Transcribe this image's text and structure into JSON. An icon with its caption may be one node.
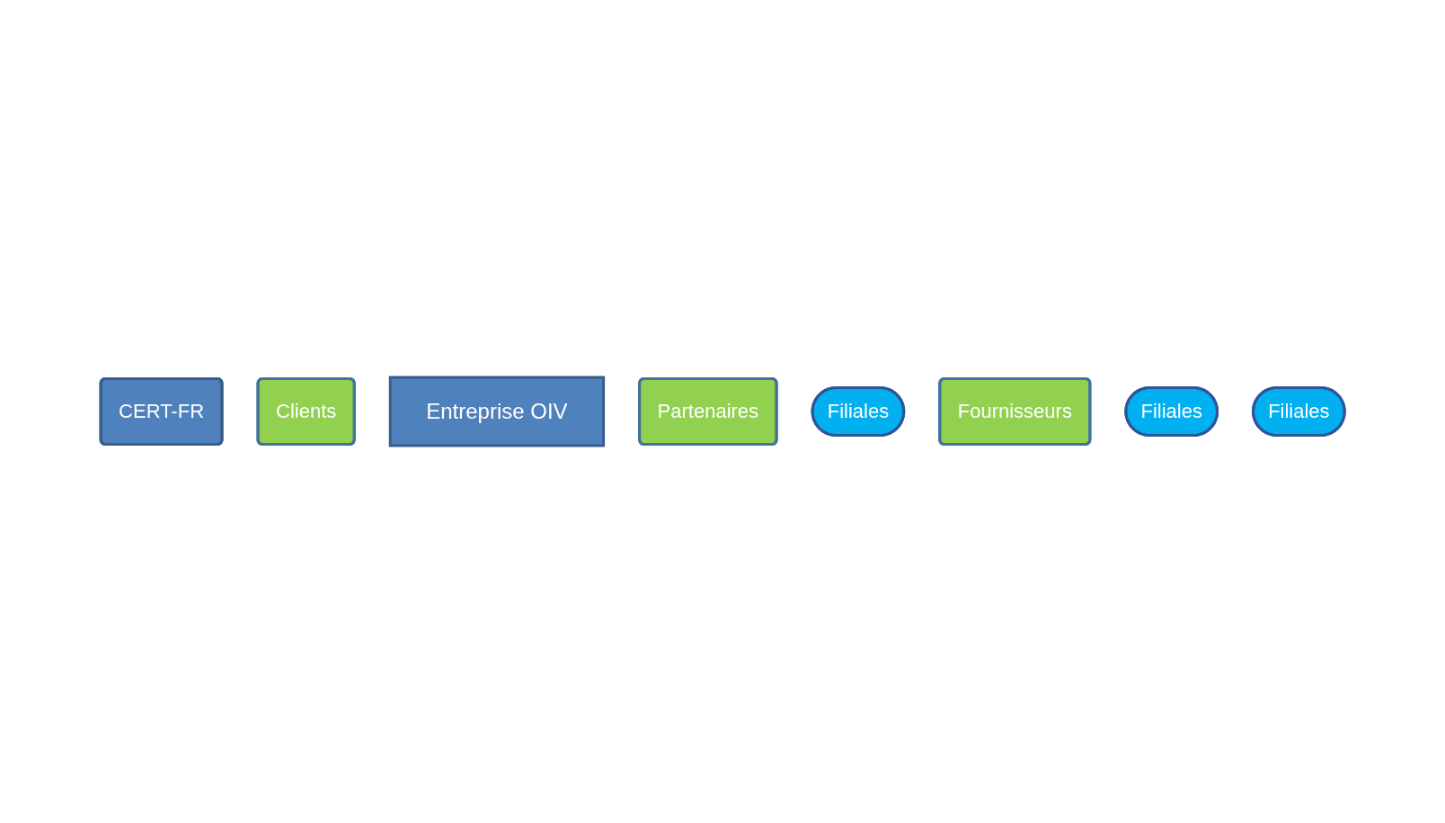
{
  "diagram": {
    "nodes": [
      {
        "text": [
          "CERT-FR"
        ]
      },
      {
        "text": [
          "Clients"
        ]
      },
      {
        "text": [
          "Entreprise OIV"
        ]
      },
      {
        "text": [
          "Partenaires"
        ]
      },
      {
        "text": [
          "Filiales"
        ]
      },
      {
        "text": [
          "Fournisseurs"
        ]
      },
      {
        "text": [
          "Filiales"
        ]
      },
      {
        "text": [
          "Filiales"
        ]
      }
    ]
  }
}
